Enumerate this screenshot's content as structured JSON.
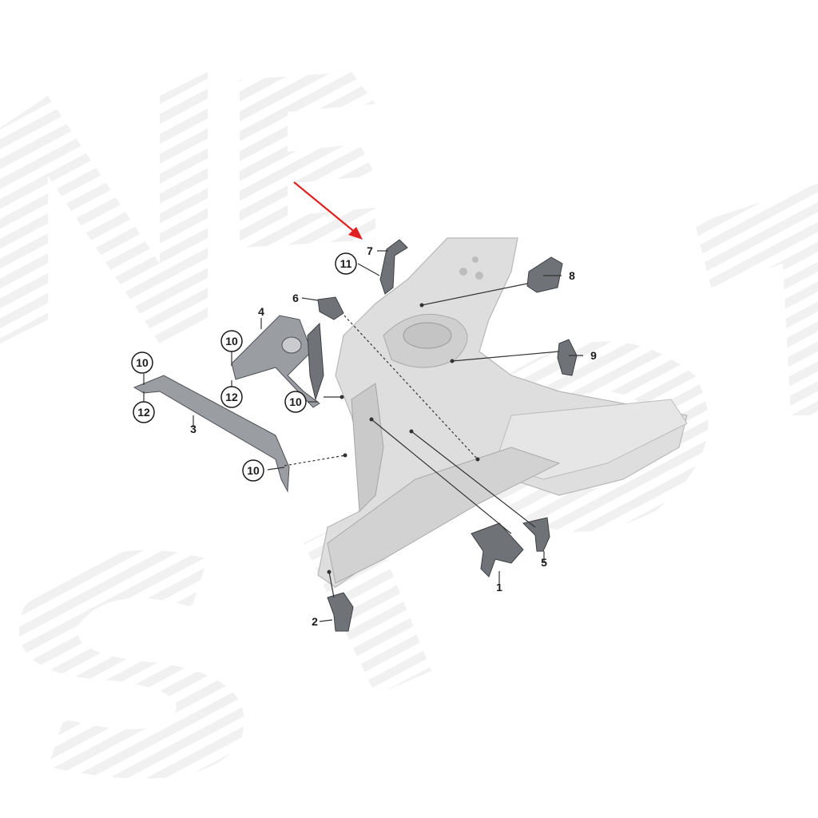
{
  "diagram": {
    "watermark_text": "NEW SHOP",
    "callouts": [
      {
        "id": "c7",
        "label": "7",
        "circled": false
      },
      {
        "id": "c11",
        "label": "11",
        "circled": true
      },
      {
        "id": "c8",
        "label": "8",
        "circled": false
      },
      {
        "id": "c6",
        "label": "6",
        "circled": false
      },
      {
        "id": "c4",
        "label": "4",
        "circled": false
      },
      {
        "id": "c10a",
        "label": "10",
        "circled": true
      },
      {
        "id": "c9",
        "label": "9",
        "circled": false
      },
      {
        "id": "c10b",
        "label": "10",
        "circled": true
      },
      {
        "id": "c12a",
        "label": "12",
        "circled": true
      },
      {
        "id": "c10c",
        "label": "10",
        "circled": true
      },
      {
        "id": "c12b",
        "label": "12",
        "circled": true
      },
      {
        "id": "c3",
        "label": "3",
        "circled": false
      },
      {
        "id": "c10d",
        "label": "10",
        "circled": true
      },
      {
        "id": "c5",
        "label": "5",
        "circled": false
      },
      {
        "id": "c1",
        "label": "1",
        "circled": false
      },
      {
        "id": "c2",
        "label": "2",
        "circled": false
      }
    ],
    "colors": {
      "arrow": "#e02020",
      "frame_fill": "#dcdcdc",
      "part_dark": "#6f7378",
      "watermark": "#ececec"
    }
  }
}
